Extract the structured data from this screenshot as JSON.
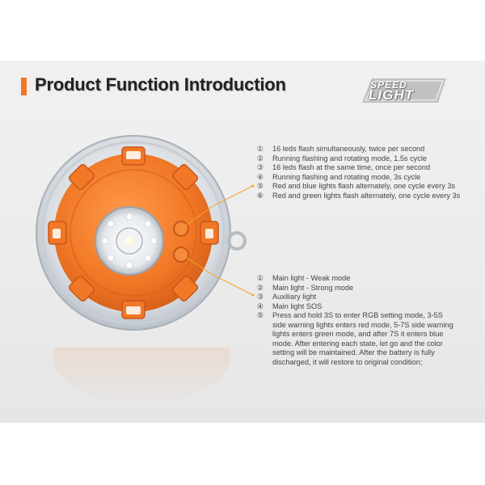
{
  "header": {
    "title": "Product Function Introduction",
    "logo_line1": "SPEED",
    "logo_line2": "LIGHT",
    "accent_color": "#f07826"
  },
  "top_functions": [
    {
      "num": "①",
      "text": "16 leds flash simultaneously, twice per second"
    },
    {
      "num": "②",
      "text": "Running flashing and rotating mode, 1.5s cycle"
    },
    {
      "num": "③",
      "text": "16 leds flash at the same time, once per second"
    },
    {
      "num": "④",
      "text": "Running flashing and rotating mode, 3s cycle"
    },
    {
      "num": "⑤",
      "text": "Red and blue lights flash alternately, one cycle every 3s"
    },
    {
      "num": "⑥",
      "text": "Red and green lights flash alternately, one cycle every 3s"
    }
  ],
  "bottom_functions": [
    {
      "num": "①",
      "text": "Main light - Weak mode"
    },
    {
      "num": "②",
      "text": "Main light - Strong mode"
    },
    {
      "num": "③",
      "text": "Auxiliary light"
    },
    {
      "num": "④",
      "text": "Main light SOS"
    },
    {
      "num": "⑤",
      "text": "Press and hold 3S to enter RGB setting mode, 3-5S side warning lights enters red mode, 5-7S side warning lights enters green mode, and after 7S it enters blue mode. After entering each state, let go and the color setting will be maintained. After the battery is fully discharged, it will restore to original condition;"
    }
  ],
  "colors": {
    "device_orange": "#f07826",
    "leader_line": "#f5a623"
  }
}
